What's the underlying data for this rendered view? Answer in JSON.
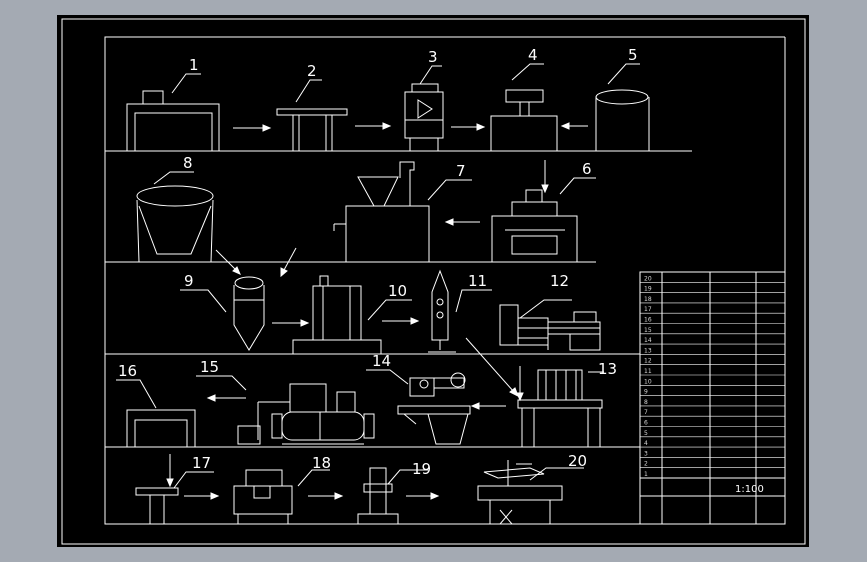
{
  "drawing": {
    "title": "",
    "labels": [
      "1",
      "2",
      "3",
      "4",
      "5",
      "6",
      "7",
      "8",
      "9",
      "10",
      "11",
      "12",
      "13",
      "14",
      "15",
      "16",
      "17",
      "18",
      "19",
      "20"
    ],
    "title_block": {
      "rows": [
        {
          "no": "20",
          "name": "",
          "model": "",
          "qty": ""
        },
        {
          "no": "19",
          "name": "",
          "model": "",
          "qty": ""
        },
        {
          "no": "18",
          "name": "",
          "model": "",
          "qty": ""
        },
        {
          "no": "17",
          "name": "",
          "model": "",
          "qty": ""
        },
        {
          "no": "16",
          "name": "",
          "model": "",
          "qty": ""
        },
        {
          "no": "15",
          "name": "",
          "model": "",
          "qty": ""
        },
        {
          "no": "14",
          "name": "",
          "model": "",
          "qty": ""
        },
        {
          "no": "13",
          "name": "",
          "model": "",
          "qty": ""
        },
        {
          "no": "12",
          "name": "",
          "model": "",
          "qty": ""
        },
        {
          "no": "11",
          "name": "",
          "model": "",
          "qty": ""
        },
        {
          "no": "10",
          "name": "",
          "model": "",
          "qty": ""
        },
        {
          "no": "9",
          "name": "",
          "model": "",
          "qty": ""
        },
        {
          "no": "8",
          "name": "",
          "model": "",
          "qty": ""
        },
        {
          "no": "7",
          "name": "",
          "model": "",
          "qty": ""
        },
        {
          "no": "6",
          "name": "",
          "model": "",
          "qty": ""
        },
        {
          "no": "5",
          "name": "",
          "model": "",
          "qty": ""
        },
        {
          "no": "4",
          "name": "",
          "model": "",
          "qty": ""
        },
        {
          "no": "3",
          "name": "",
          "model": "",
          "qty": ""
        },
        {
          "no": "2",
          "name": "",
          "model": "",
          "qty": ""
        },
        {
          "no": "1",
          "name": "",
          "model": "",
          "qty": ""
        }
      ],
      "scale": "1:100"
    }
  },
  "colors": {
    "background": "#a4aab3",
    "sheet": "#000000",
    "lines": "#ffffff",
    "table_text": "#d8d8d8"
  }
}
